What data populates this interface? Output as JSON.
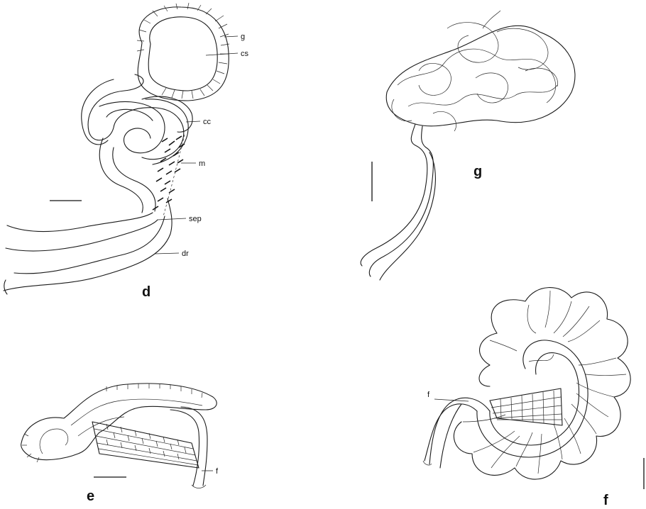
{
  "panels": {
    "d": {
      "label": "d",
      "annotations": {
        "g": "g",
        "cs": "cs",
        "cc": "cc",
        "m": "m",
        "sep": "sep",
        "dr": "dr"
      }
    },
    "e": {
      "label": "e",
      "annotations": {
        "f": "f"
      }
    },
    "f": {
      "label": "f",
      "annotations": {
        "f": "f"
      }
    },
    "g": {
      "label": "g"
    }
  }
}
